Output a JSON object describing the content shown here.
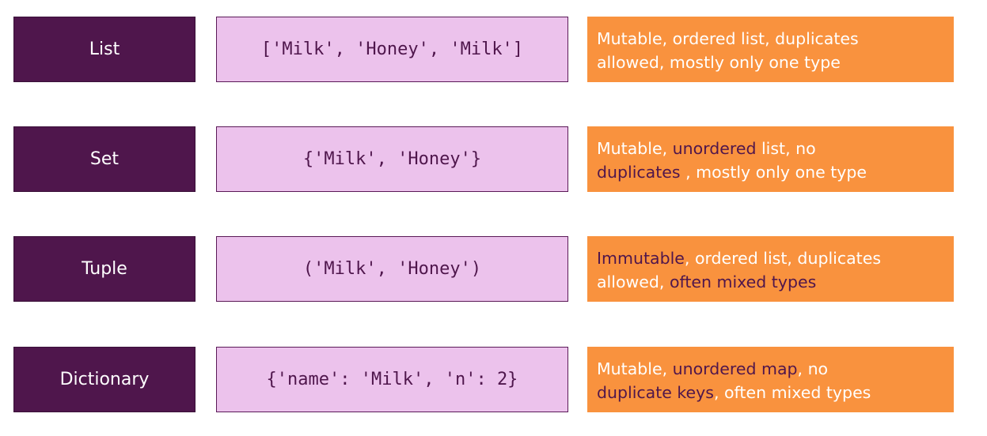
{
  "colors": {
    "type_box_bg": "#4f164c",
    "example_box_bg": "#ecc2ec",
    "desc_box_bg": "#f9923e",
    "desc_default_text": "#ffffff",
    "desc_highlight_text": "#4f164c"
  },
  "rows": [
    {
      "type": "List",
      "example": "['Milk', 'Honey', 'Milk']",
      "desc": {
        "line1": [
          {
            "text": "Mutable, ordered list, duplicates",
            "highlight": false
          }
        ],
        "line2": [
          {
            "text": "allowed, mostly only one type",
            "highlight": false
          }
        ]
      }
    },
    {
      "type": "Set",
      "example": "{'Milk', 'Honey'}",
      "desc": {
        "line1": [
          {
            "text": "Mutable, ",
            "highlight": false
          },
          {
            "text": "unordered",
            "highlight": true
          },
          {
            "text": " list, no",
            "highlight": false
          }
        ],
        "line2": [
          {
            "text": "duplicates",
            "highlight": true
          },
          {
            "text": " , mostly only one type",
            "highlight": false
          }
        ]
      }
    },
    {
      "type": "Tuple",
      "example": "('Milk', 'Honey')",
      "desc": {
        "line1": [
          {
            "text": "Immutable",
            "highlight": true
          },
          {
            "text": ", ordered list, duplicates",
            "highlight": false
          }
        ],
        "line2": [
          {
            "text": "allowed",
            "highlight": false
          },
          {
            "text": ", ",
            "highlight": false
          },
          {
            "text": "often mixed types",
            "highlight": true
          }
        ]
      }
    },
    {
      "type": "Dictionary",
      "example": "{'name': 'Milk', 'n': 2}",
      "desc": {
        "line1": [
          {
            "text": "Mutable, ",
            "highlight": false
          },
          {
            "text": "unordered map",
            "highlight": true
          },
          {
            "text": ", no",
            "highlight": false
          }
        ],
        "line2": [
          {
            "text": "duplicate keys",
            "highlight": true
          },
          {
            "text": ", often mixed types",
            "highlight": false
          }
        ]
      }
    }
  ]
}
